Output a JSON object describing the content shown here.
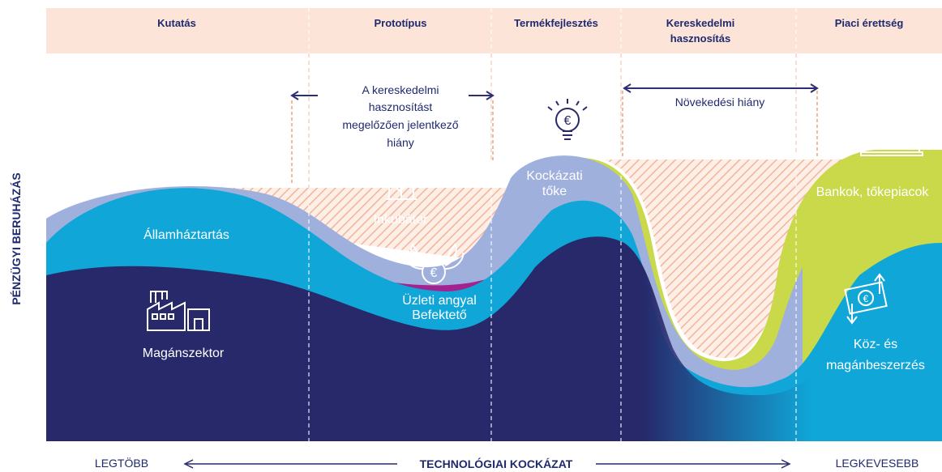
{
  "stages": [
    "Kutatás",
    "Prototípus",
    "Termékfejlesztés",
    "Kereskedelmi hasznosítás",
    "Piaci érettség"
  ],
  "stage_lines": {
    "s3a": "Kereskedelmi",
    "s3b": "hasznosítás"
  },
  "gaps": {
    "pre_commercial": [
      "A kereskedelmi",
      "hasznosítást",
      "megelőzően jelentkező",
      "hiány"
    ],
    "growth": "Növekedési hiány"
  },
  "labels": {
    "allamhaztartas": "Államháztartás",
    "maganszektor": "Magánszektor",
    "inkubator": "Inkubátor",
    "kockazati1": "Kockázati",
    "kockazati2": "tőke",
    "angyal1": "Üzleti angyal",
    "angyal2": "Befektető",
    "bankok": "Bankok, tőkepiacok",
    "koz1": "Köz- és",
    "koz2": "magánbeszerzés"
  },
  "y_axis_title": "PÉNZÜGYI BERUHÁZÁS",
  "x_axis": {
    "left": "LEGTÖBB",
    "title": "TECHNOLÓGIAI KOCKÁZAT",
    "right": "LEGKEVESEBB"
  },
  "icons": [
    "government-building-icon",
    "incubator-icon",
    "lightbulb-euro-icon",
    "angel-coin-icon",
    "bank-euro-icon",
    "factory-icon",
    "money-exchange-icon"
  ],
  "colors": {
    "header_bg": "#fce4d8",
    "navy": "#27296b",
    "cyan": "#10a6d8",
    "periwinkle": "#9fb0dd",
    "magenta": "#a3238f",
    "lime": "#c9d94a",
    "gap_hatch": "#f3b9a2"
  }
}
